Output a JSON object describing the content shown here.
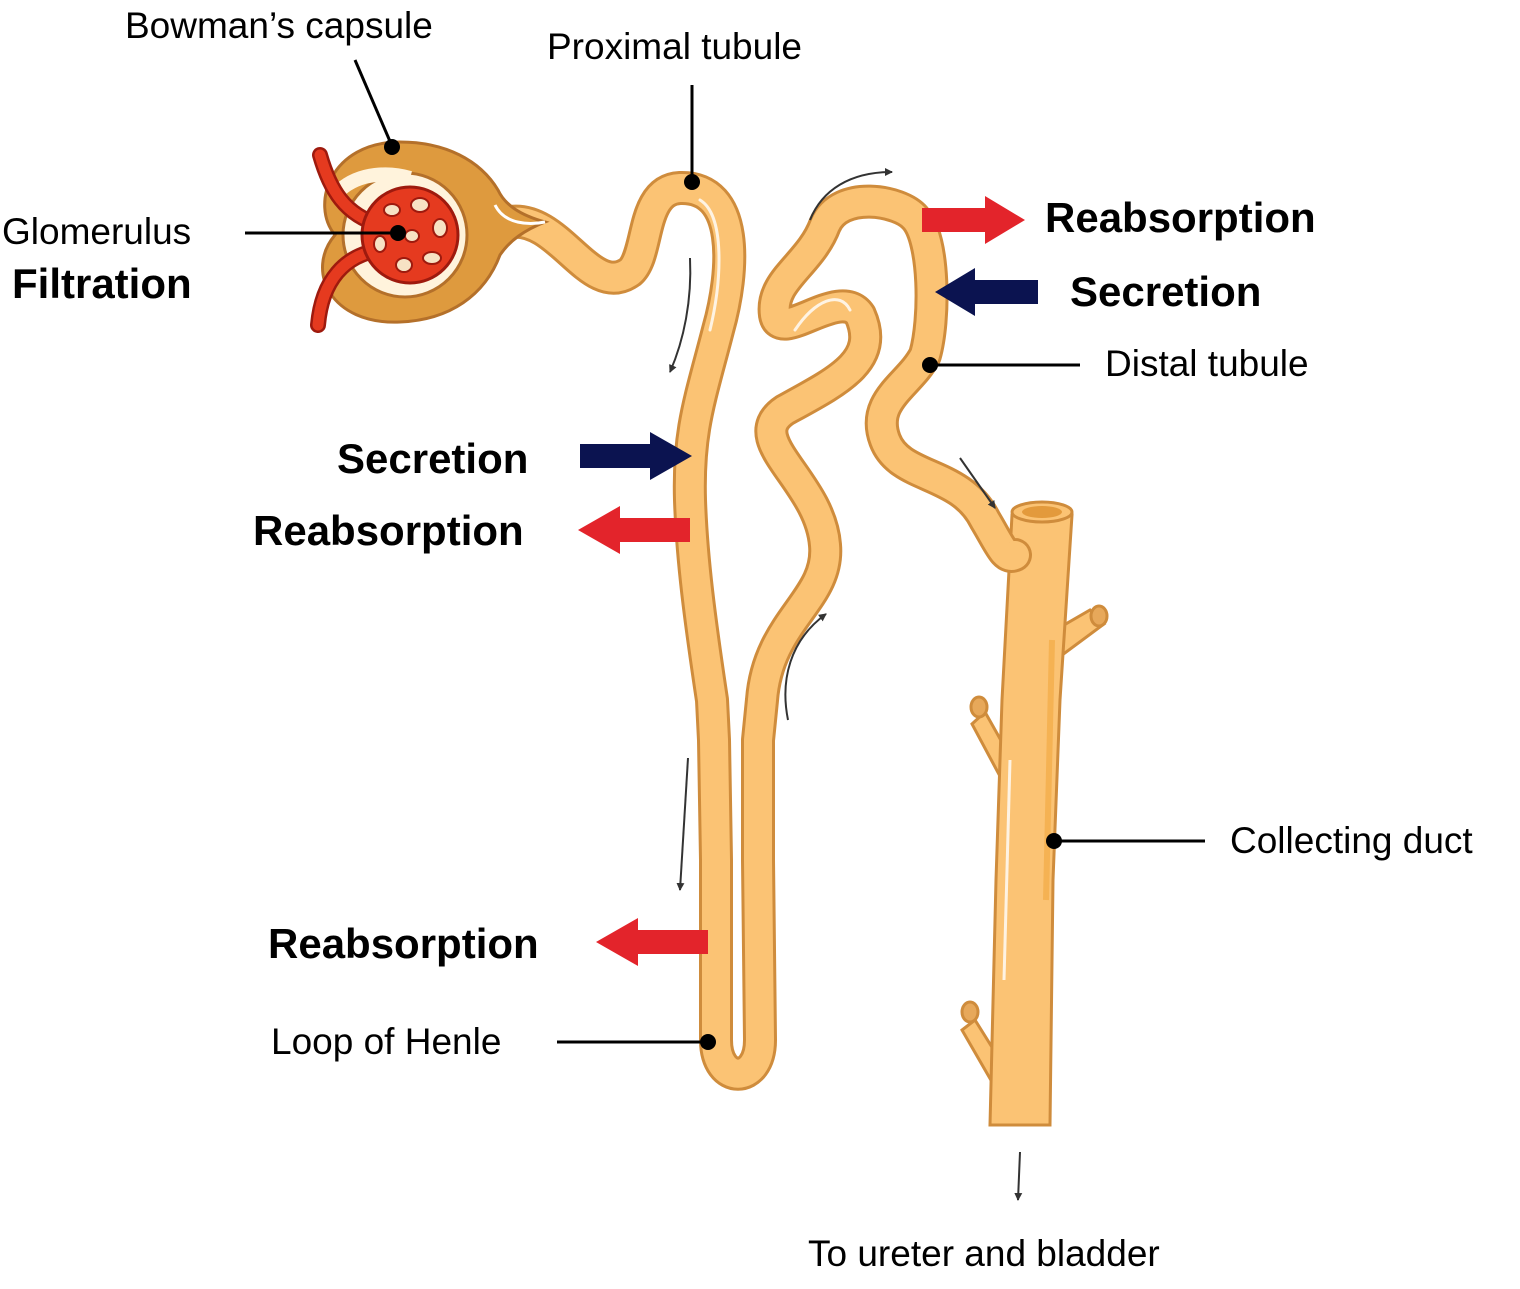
{
  "labels": {
    "bowmans_capsule": "Bowman’s capsule",
    "proximal_tubule": "Proximal tubule",
    "glomerulus": "Glomerulus",
    "filtration": "Filtration",
    "distal_tubule": "Distal tubule",
    "collecting_duct": "Collecting duct",
    "loop_of_henle": "Loop of Henle",
    "to_ureter": "To ureter and bladder"
  },
  "processes": {
    "reabsorption_distal": "Reabsorption",
    "secretion_distal": "Secretion",
    "secretion_proximal": "Secretion",
    "reabsorption_proximal": "Reabsorption",
    "reabsorption_loop": "Reabsorption"
  },
  "colors": {
    "tubule": "#fbc374",
    "tubule_outline": "#cf8c3c",
    "capsule": "#de9a3e",
    "blood": "#e53a1f",
    "reabsorption_arrow": "#e3242b",
    "secretion_arrow": "#0b1350"
  }
}
